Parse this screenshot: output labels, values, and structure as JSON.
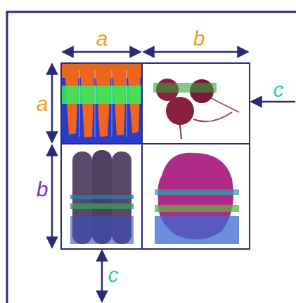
{
  "diagram": {
    "labels": [
      "a",
      "b",
      "a",
      "b",
      "c",
      "c"
    ]
  }
}
